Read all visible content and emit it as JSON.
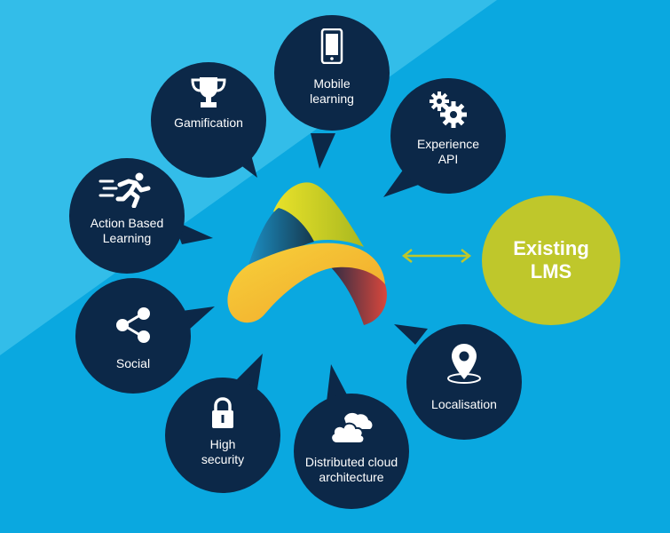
{
  "colors": {
    "background": "#0aa8e0",
    "background_light": "#33bde9",
    "bubble": "#0c2848",
    "lms": "#bfc72b",
    "arrow": "#bfc72b"
  },
  "nodes": {
    "mobile_learning": {
      "label": "Mobile\nlearning",
      "icon": "smartphone-icon"
    },
    "gamification": {
      "label": "Gamification",
      "icon": "trophy-icon"
    },
    "experience_api": {
      "label": "Experience\nAPI",
      "icon": "gears-icon"
    },
    "action_based_learning": {
      "label": "Action Based\nLearning",
      "icon": "running-person-icon"
    },
    "social": {
      "label": "Social",
      "icon": "share-icon"
    },
    "high_security": {
      "label": "High\nsecurity",
      "icon": "padlock-icon"
    },
    "distributed_cloud": {
      "label": "Distributed cloud\narchitecture",
      "icon": "cloud-icon"
    },
    "localisation": {
      "label": "Localisation",
      "icon": "map-pin-icon"
    }
  },
  "existing_lms": {
    "label": "Existing\nLMS"
  },
  "connector": {
    "icon": "double-arrow-icon"
  }
}
